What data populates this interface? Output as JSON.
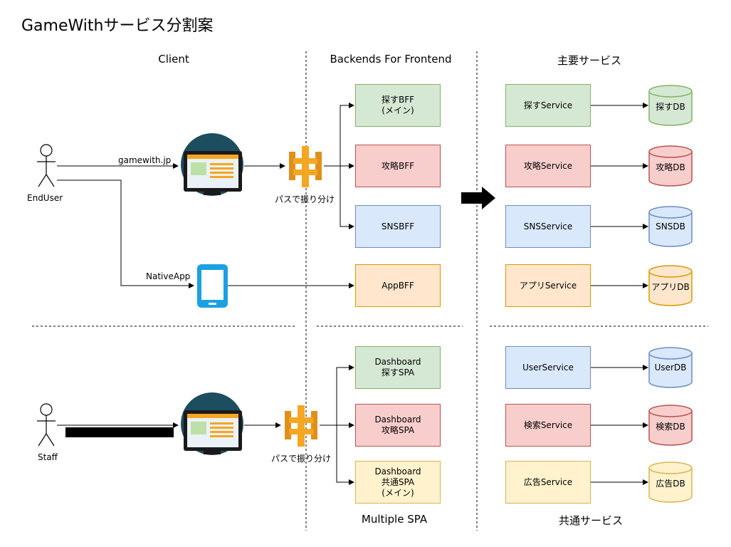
{
  "title": "GameWithサービス分割案",
  "sections": {
    "client": "Client",
    "bff": "Backends For Frontend",
    "main_services": "主要サービス",
    "multiple_spa": "Multiple SPA",
    "shared_services": "共通サービス"
  },
  "actors": {
    "enduser": "EndUser",
    "staff": "Staff"
  },
  "links": {
    "web": "gamewith.jp",
    "native": "NativeApp"
  },
  "gateway_label": "パスで振り分け",
  "bff": {
    "search": "探すBFF\n(メイン)",
    "strategy": "攻略BFF",
    "sns": "SNSBFF",
    "app": "AppBFF"
  },
  "spa": {
    "search": "Dashboard\n探すSPA",
    "strategy": "Dashboard\n攻略SPA",
    "common": "Dashboard\n共通SPA\n(メイン)"
  },
  "services": {
    "search": "探すService",
    "strategy": "攻略Service",
    "sns": "SNSService",
    "app": "アプリService",
    "user": "UserService",
    "find": "検索Service",
    "ad": "広告Service"
  },
  "databases": {
    "search": "探すDB",
    "strategy": "攻略DB",
    "sns": "SNSDB",
    "app": "アプリDB",
    "user": "UserDB",
    "find": "検索DB",
    "ad": "広告DB"
  },
  "colors": {
    "green": "#d5e8d4",
    "red": "#f8cecc",
    "blue": "#dae8fc",
    "orange": "#ffe6cc",
    "yellow": "#fff2cc",
    "monitor": "#1d4e5f",
    "phone": "#1ba1e2",
    "gateway": "#f5a623",
    "redacted": "#000000"
  },
  "icons": {
    "actor": "person-icon",
    "web": "monitor-browser-icon",
    "mobile": "smartphone-icon",
    "gateway": "api-gateway-icon",
    "transition": "right-arrow-icon"
  }
}
